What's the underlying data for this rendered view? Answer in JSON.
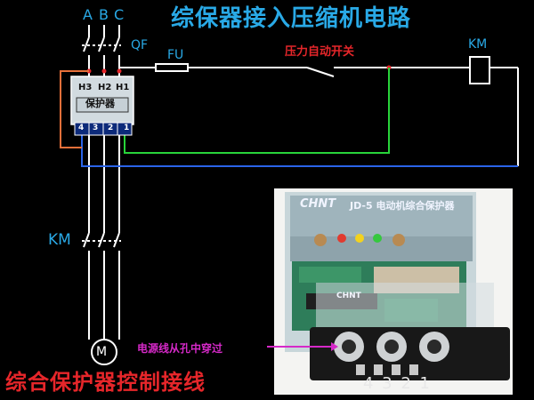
{
  "title": "综保器接入压缩机电路",
  "bottom_title": "综合保护器控制接线",
  "labels": {
    "phase_a": "A",
    "phase_b": "B",
    "phase_c": "C",
    "qf": "QF",
    "fu": "FU",
    "km_coil": "KM",
    "km_contacts": "KM",
    "pressure_switch": "压力自动开关",
    "motor": "M"
  },
  "protector": {
    "h3": "H3",
    "h2": "H2",
    "h1": "H1",
    "name": "保护器",
    "terminals": [
      "4",
      "3",
      "2",
      "1"
    ]
  },
  "photo": {
    "brand": "CHNT",
    "model": "JD-5 电动机综合保护器",
    "brand_front": "CHNT",
    "hole_note": "电源线从孔中穿过",
    "terminal_numbers": "4 3 2 1"
  },
  "colors": {
    "title": "#29a9e6",
    "red_text": "#e6262a",
    "magenta_text": "#d629c8",
    "wire_white": "#ffffff",
    "wire_blue": "#2a64e8",
    "wire_green": "#28d43a",
    "wire_orange": "#e8703a"
  }
}
